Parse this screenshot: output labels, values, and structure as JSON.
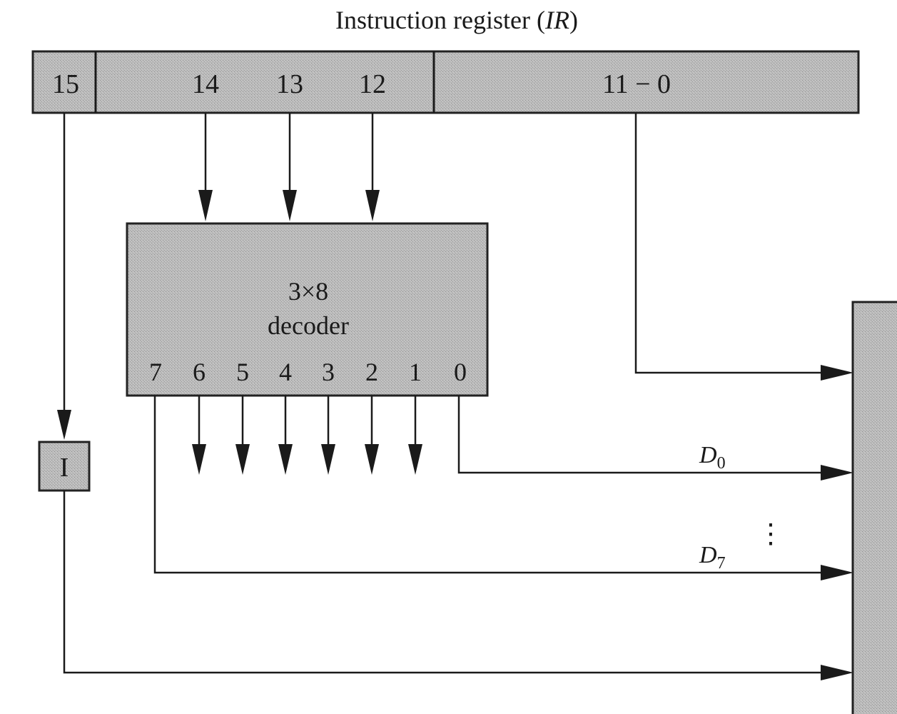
{
  "title": "Instruction register (IR)",
  "title_parts": {
    "prefix": "Instruction register (",
    "italic": "IR",
    "suffix": ")"
  },
  "register_fields": [
    "15",
    "14",
    "13",
    "12",
    "11 − 0"
  ],
  "decoder": {
    "size": "3×8",
    "name": "decoder",
    "outputs": [
      "7",
      "6",
      "5",
      "4",
      "3",
      "2",
      "1",
      "0"
    ]
  },
  "indirect_flag": "I",
  "signals": {
    "d0": {
      "base": "D",
      "sub": "0"
    },
    "d7": {
      "base": "D",
      "sub": "7"
    },
    "ellipsis": "⋮"
  },
  "colors": {
    "block_fill": "#b8b8b8",
    "line": "#1a1a1a"
  }
}
